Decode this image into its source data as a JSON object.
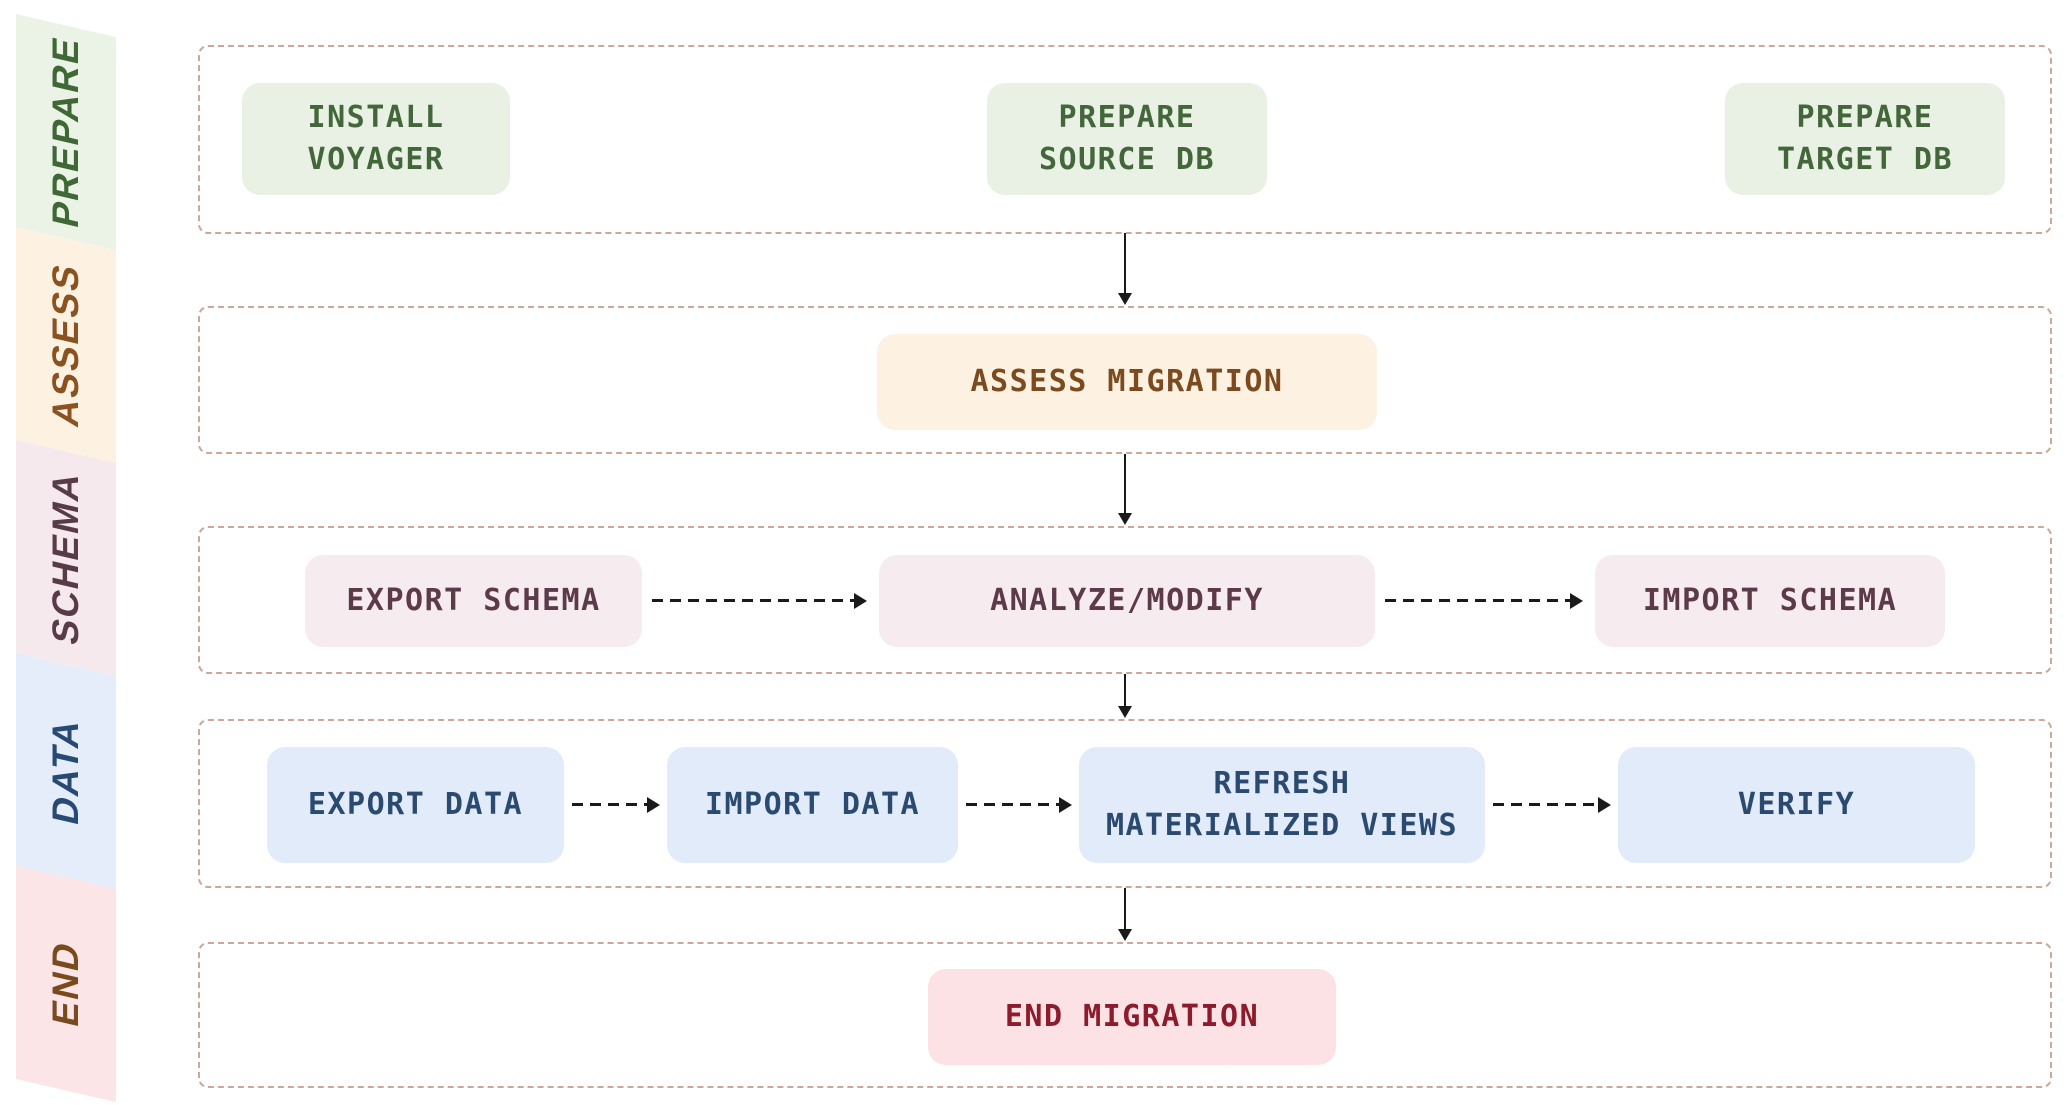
{
  "page": {
    "background": "#ffffff",
    "row_border_color": "#cba897",
    "arrow_color": "#1a1a1a"
  },
  "sidebar": {
    "items": [
      {
        "id": "prepare",
        "label": "PREPARE",
        "bg": "#eaf3e6",
        "color": "#3f6836"
      },
      {
        "id": "assess",
        "label": "ASSESS",
        "bg": "#fdf2e2",
        "color": "#8a5121"
      },
      {
        "id": "schema",
        "label": "SCHEMA",
        "bg": "#f5e9ed",
        "color": "#573b49"
      },
      {
        "id": "data",
        "label": "DATA",
        "bg": "#e4edf9",
        "color": "#274a74"
      },
      {
        "id": "end",
        "label": "END",
        "bg": "#fce5e6",
        "color": "#7a4a1f"
      }
    ]
  },
  "rows": [
    {
      "stage": "PREPARE",
      "box_bg": "#e8f1e4",
      "box_color": "#44663b",
      "boxes": [
        {
          "label": "INSTALL\nVOYAGER"
        },
        {
          "label": "PREPARE\nSOURCE DB"
        },
        {
          "label": "PREPARE\nTARGET DB"
        }
      ]
    },
    {
      "stage": "ASSESS",
      "box_bg": "#fdf1e1",
      "box_color": "#7b4a1e",
      "boxes": [
        {
          "label": "ASSESS MIGRATION"
        }
      ]
    },
    {
      "stage": "SCHEMA",
      "box_bg": "#f6ebef",
      "box_color": "#5c3a4a",
      "boxes": [
        {
          "label": "EXPORT SCHEMA"
        },
        {
          "label": "ANALYZE/MODIFY"
        },
        {
          "label": "IMPORT SCHEMA"
        }
      ]
    },
    {
      "stage": "DATA",
      "box_bg": "#e2ebf9",
      "box_color": "#2b4a70",
      "boxes": [
        {
          "label": "EXPORT DATA"
        },
        {
          "label": "IMPORT DATA"
        },
        {
          "label": "REFRESH\nMATERIALIZED VIEWS"
        },
        {
          "label": "VERIFY"
        }
      ]
    },
    {
      "stage": "END",
      "box_bg": "#fce2e5",
      "box_color": "#8c1c2c",
      "boxes": [
        {
          "label": "END MIGRATION"
        }
      ]
    }
  ]
}
